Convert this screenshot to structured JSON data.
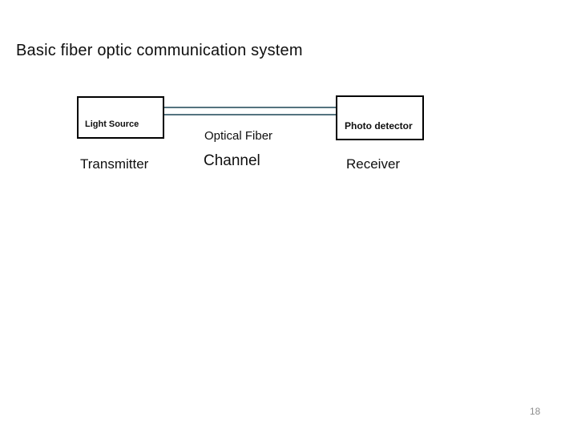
{
  "slide": {
    "title": "Basic fiber optic communication system",
    "page_number": "18"
  },
  "diagram": {
    "transmitter": {
      "box_label": "Light Source",
      "caption": "Transmitter"
    },
    "channel": {
      "label": "Optical Fiber",
      "caption": "Channel"
    },
    "receiver": {
      "box_label": "Photo detector",
      "caption": "Receiver"
    }
  },
  "colors": {
    "background": "#ffffff",
    "text": "#0f0f0f",
    "box_border": "#000000",
    "fiber_line": "#54737f",
    "page_number": "#8f8f8f"
  }
}
